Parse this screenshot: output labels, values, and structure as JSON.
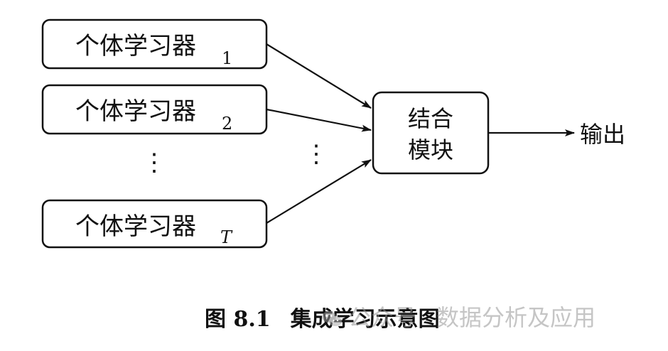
{
  "learners": [
    {
      "label": "个体学习器",
      "sub": "1",
      "sub_style": "normal"
    },
    {
      "label": "个体学习器",
      "sub": "2",
      "sub_style": "normal"
    },
    {
      "label": "个体学习器",
      "sub": "T",
      "sub_style": "italic"
    }
  ],
  "ellipsis": "⋮",
  "combiner": {
    "line1": "结合",
    "line2": "模块"
  },
  "output": {
    "label": "输出"
  },
  "caption": {
    "figure_number": "图 8.1",
    "title": "集成学习示意图"
  },
  "watermark": {
    "text1": "公众号",
    "text2": "数据分析及应用",
    "icon": "wechat-icon"
  },
  "colors": {
    "stroke": "#111111",
    "watermark": "#969696"
  }
}
